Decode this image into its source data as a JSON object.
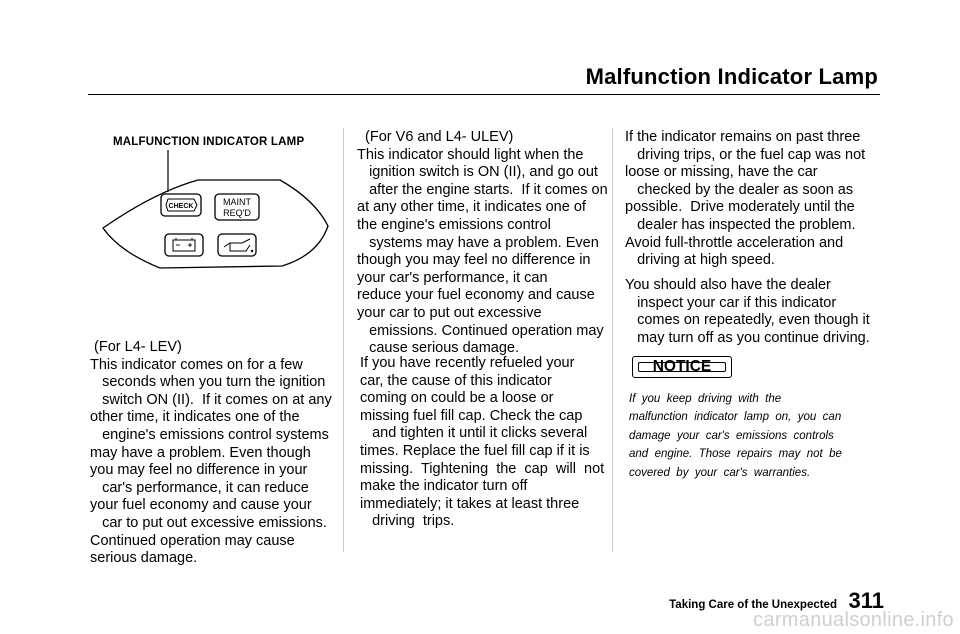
{
  "header": {
    "title": "Malfunction Indicator Lamp"
  },
  "figure": {
    "label": "MALFUNCTION INDICATOR LAMP",
    "check_lamp": "CHECK",
    "maint_line1": "MAINT",
    "maint_line2": "REQ'D"
  },
  "col1": {
    "text": " (For L4- LEV)\nThis indicator comes on for a few\n   seconds when you turn the ignition\n   switch ON (II).  If it comes on at any\nother time, it indicates one of the\n   engine's emissions control systems\nmay have a problem. Even though\nyou may feel no difference in your\n   car's performance, it can reduce\nyour fuel economy and cause your\n   car to put out excessive emissions.\nContinued operation may cause\nserious damage."
  },
  "col2": {
    "para1": "  (For V6 and L4- ULEV)\nThis indicator should light when the\n   ignition switch is ON (II), and go out\n   after the engine starts.  If it comes on\nat any other time, it indicates one of\nthe engine's emissions control\n   systems may have a problem. Even\nthough you may feel no difference in\nyour car's performance, it can\nreduce your fuel economy and cause\nyour car to put out excessive\n   emissions. Continued operation may\n   cause serious damage.",
    "para2": "If you have recently refueled your\ncar, the cause of this indicator\ncoming on could be a loose or\nmissing fuel fill cap. Check the cap\n   and tighten it until it clicks several\ntimes. Replace the fuel fill cap if it is\nmissing.  Tightening  the  cap  will  not\nmake the indicator turn off\nimmediately; it takes at least three\n   driving  trips."
  },
  "col3": {
    "para1": "If the indicator remains on past three\n   driving trips, or the fuel cap was not\nloose or missing, have the car\n   checked by the dealer as soon as\npossible.  Drive moderately until the\n   dealer has inspected the problem.\nAvoid full-throttle acceleration and\n   driving at high speed.",
    "para2": "You should also have the dealer\n   inspect your car if this indicator\n   comes on repeatedly, even though it\n   may turn off as you continue driving."
  },
  "notice": {
    "label": "NOTICE",
    "text": "If  you  keep  driving  with  the\nmalfunction  indicator  lamp  on,  you  can\ndamage  your  car's  emissions  controls\nand  engine.  Those  repairs  may  not  be\ncovered  by  your  car's  warranties."
  },
  "footer": {
    "section": "Taking Care of the Unexpected",
    "page": "311"
  },
  "watermark": "carmanualsonline.info"
}
